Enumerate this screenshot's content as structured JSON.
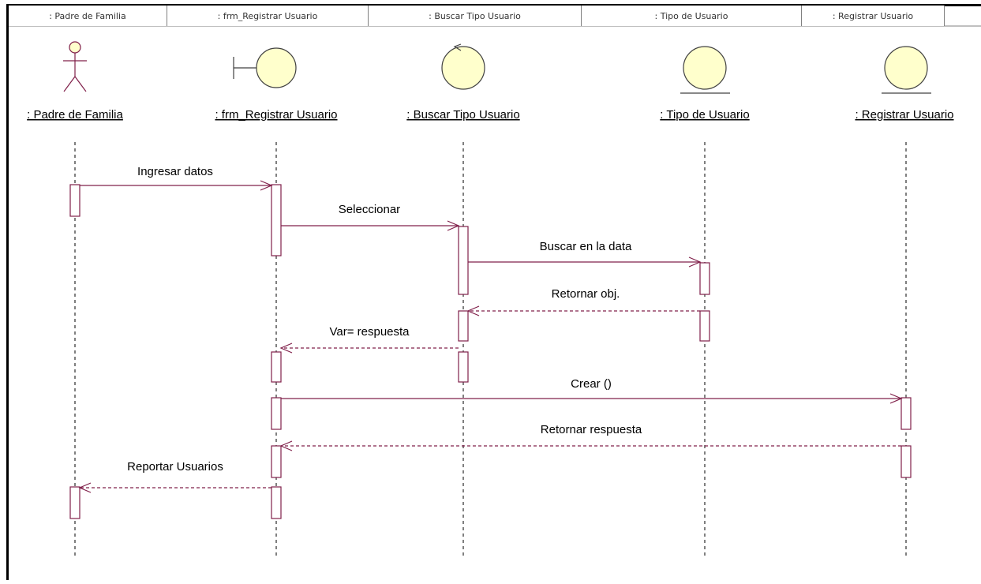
{
  "header": {
    "columns": [
      {
        "label": ": Padre de Familia"
      },
      {
        "label": ": frm_Registrar Usuario"
      },
      {
        "label": ": Buscar Tipo Usuario"
      },
      {
        "label": ": Tipo de Usuario"
      },
      {
        "label": ": Registrar Usuario"
      }
    ]
  },
  "lifelines": [
    {
      "label": ": Padre de Familia",
      "kind": "actor"
    },
    {
      "label": ": frm_Registrar Usuario",
      "kind": "boundary"
    },
    {
      "label": ": Buscar Tipo Usuario",
      "kind": "control"
    },
    {
      "label": ": Tipo de Usuario",
      "kind": "entity"
    },
    {
      "label": ": Registrar Usuario",
      "kind": "entity"
    }
  ],
  "messages": [
    {
      "label": "Ingresar datos",
      "from": 0,
      "to": 1,
      "style": "sync"
    },
    {
      "label": "Seleccionar",
      "from": 1,
      "to": 2,
      "style": "sync"
    },
    {
      "label": "Buscar en la data",
      "from": 2,
      "to": 3,
      "style": "sync"
    },
    {
      "label": "Retornar obj.",
      "from": 3,
      "to": 2,
      "style": "return"
    },
    {
      "label": "Var= respuesta",
      "from": 2,
      "to": 1,
      "style": "return"
    },
    {
      "label": "Crear ()",
      "from": 1,
      "to": 4,
      "style": "sync"
    },
    {
      "label": "Retornar respuesta",
      "from": 4,
      "to": 1,
      "style": "return"
    },
    {
      "label": "Reportar Usuarios",
      "from": 1,
      "to": 0,
      "style": "return"
    }
  ],
  "colors": {
    "message_line": "#80204a",
    "activation": "#80204a",
    "object_fill": "#ffffcc",
    "object_stroke": "#404040",
    "header_border": "#808080",
    "frame": "#000000"
  }
}
